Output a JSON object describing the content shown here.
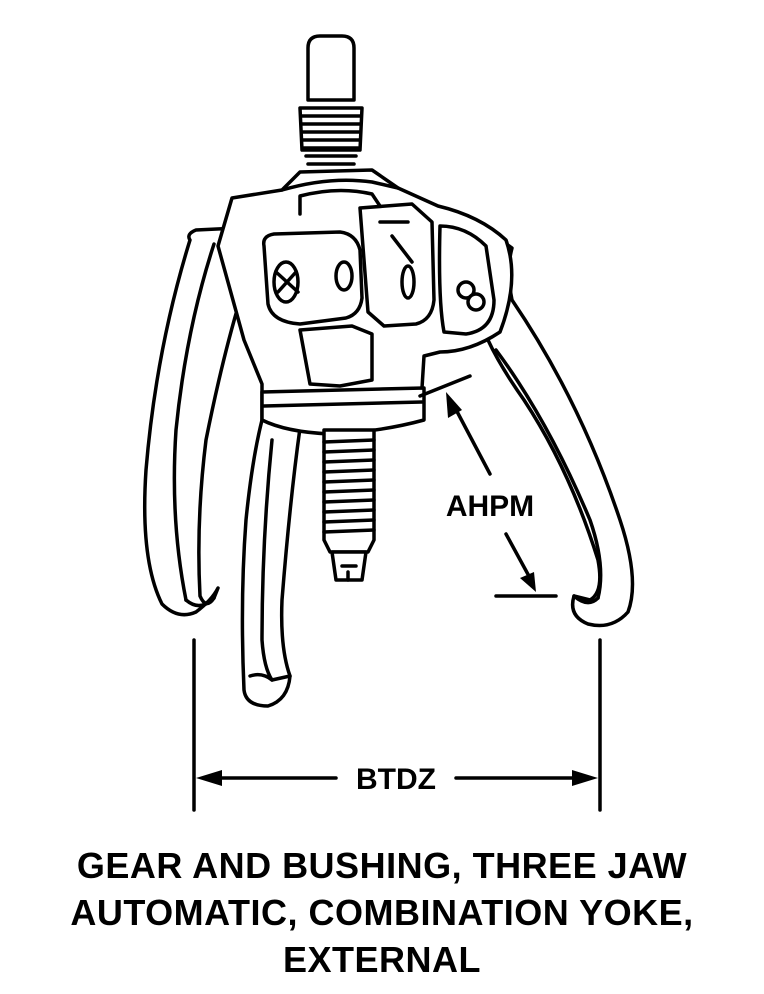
{
  "labels": {
    "jaw_opening": "AHPM",
    "spread": "BTDZ"
  },
  "caption": {
    "line1": "GEAR AND BUSHING, THREE JAW",
    "line2": "AUTOMATIC, COMBINATION YOKE,",
    "line3": "EXTERNAL"
  }
}
